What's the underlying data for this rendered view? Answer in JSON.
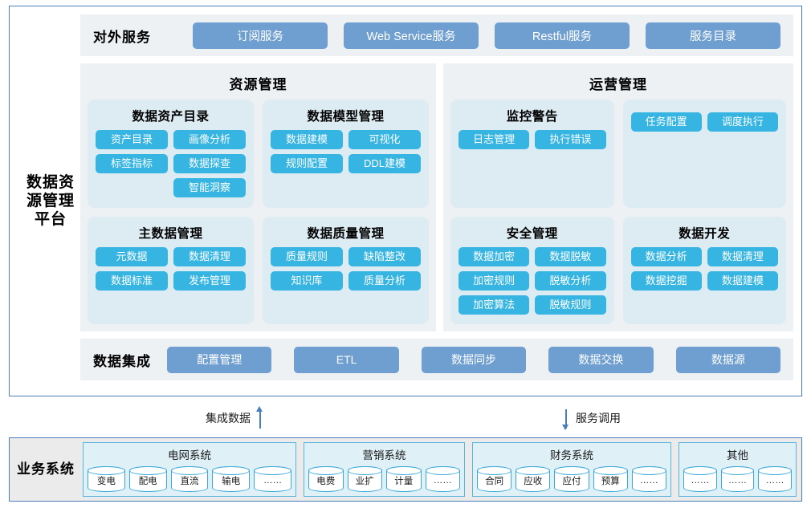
{
  "platform": {
    "side_label": "数据资源管理平台",
    "external_services": {
      "title": "对外服务",
      "buttons": [
        "订阅服务",
        "Web Service服务",
        "Restful服务",
        "服务目录"
      ]
    },
    "resource_management": {
      "title": "资源管理",
      "cards": [
        {
          "title": "数据资产目录",
          "tags": [
            "资产目录",
            "画像分析",
            "标签指标",
            "数据探查",
            "",
            "智能洞察"
          ]
        },
        {
          "title": "数据模型管理",
          "tags": [
            "数据建模",
            "可视化",
            "规则配置",
            "DDL建模"
          ]
        },
        {
          "title": "主数据管理",
          "tags": [
            "元数据",
            "数据清理",
            "数据标准",
            "发布管理"
          ]
        },
        {
          "title": "数据质量管理",
          "tags": [
            "质量规则",
            "缺陷整改",
            "知识库",
            "质量分析"
          ]
        }
      ]
    },
    "operation_management": {
      "title": "运营管理",
      "cards": [
        {
          "title": "监控警告",
          "tags": [
            "日志管理",
            "执行错误"
          ]
        },
        {
          "title": "",
          "tags": [
            "任务配置",
            "调度执行"
          ]
        },
        {
          "title": "安全管理",
          "tags": [
            "数据加密",
            "数据脱敏",
            "加密规则",
            "脱敏分析",
            "加密算法",
            "脱敏规则"
          ]
        },
        {
          "title": "数据开发",
          "tags": [
            "数据分析",
            "数据清理",
            "数据挖掘",
            "数据建模"
          ]
        }
      ]
    },
    "data_integration": {
      "title": "数据集成",
      "buttons": [
        "配置管理",
        "ETL",
        "数据同步",
        "数据交换",
        "数据源"
      ]
    }
  },
  "connectors": {
    "left": {
      "label": "集成数据",
      "direction": "up"
    },
    "right": {
      "label": "服务调用",
      "direction": "down"
    }
  },
  "business_systems": {
    "label": "业务系统",
    "groups": [
      {
        "title": "电网系统",
        "items": [
          "变电",
          "配电",
          "直流",
          "输电",
          "……"
        ]
      },
      {
        "title": "营销系统",
        "items": [
          "电费",
          "业扩",
          "计量",
          "……"
        ]
      },
      {
        "title": "财务系统",
        "items": [
          "合同",
          "应收",
          "应付",
          "预算",
          "……"
        ]
      },
      {
        "title": "其他",
        "items": [
          "……",
          "……",
          "……"
        ]
      }
    ]
  },
  "colors": {
    "frame_border": "#4a7ebb",
    "band_bg": "#eef1f4",
    "service_button": "#6f9fd0",
    "tag": "#36b4e2",
    "card_bg": "#ddebf2",
    "column_bg": "#edf1f4",
    "biz_bg": "#ebebeb",
    "biz_group_border": "#5ab4dd"
  }
}
